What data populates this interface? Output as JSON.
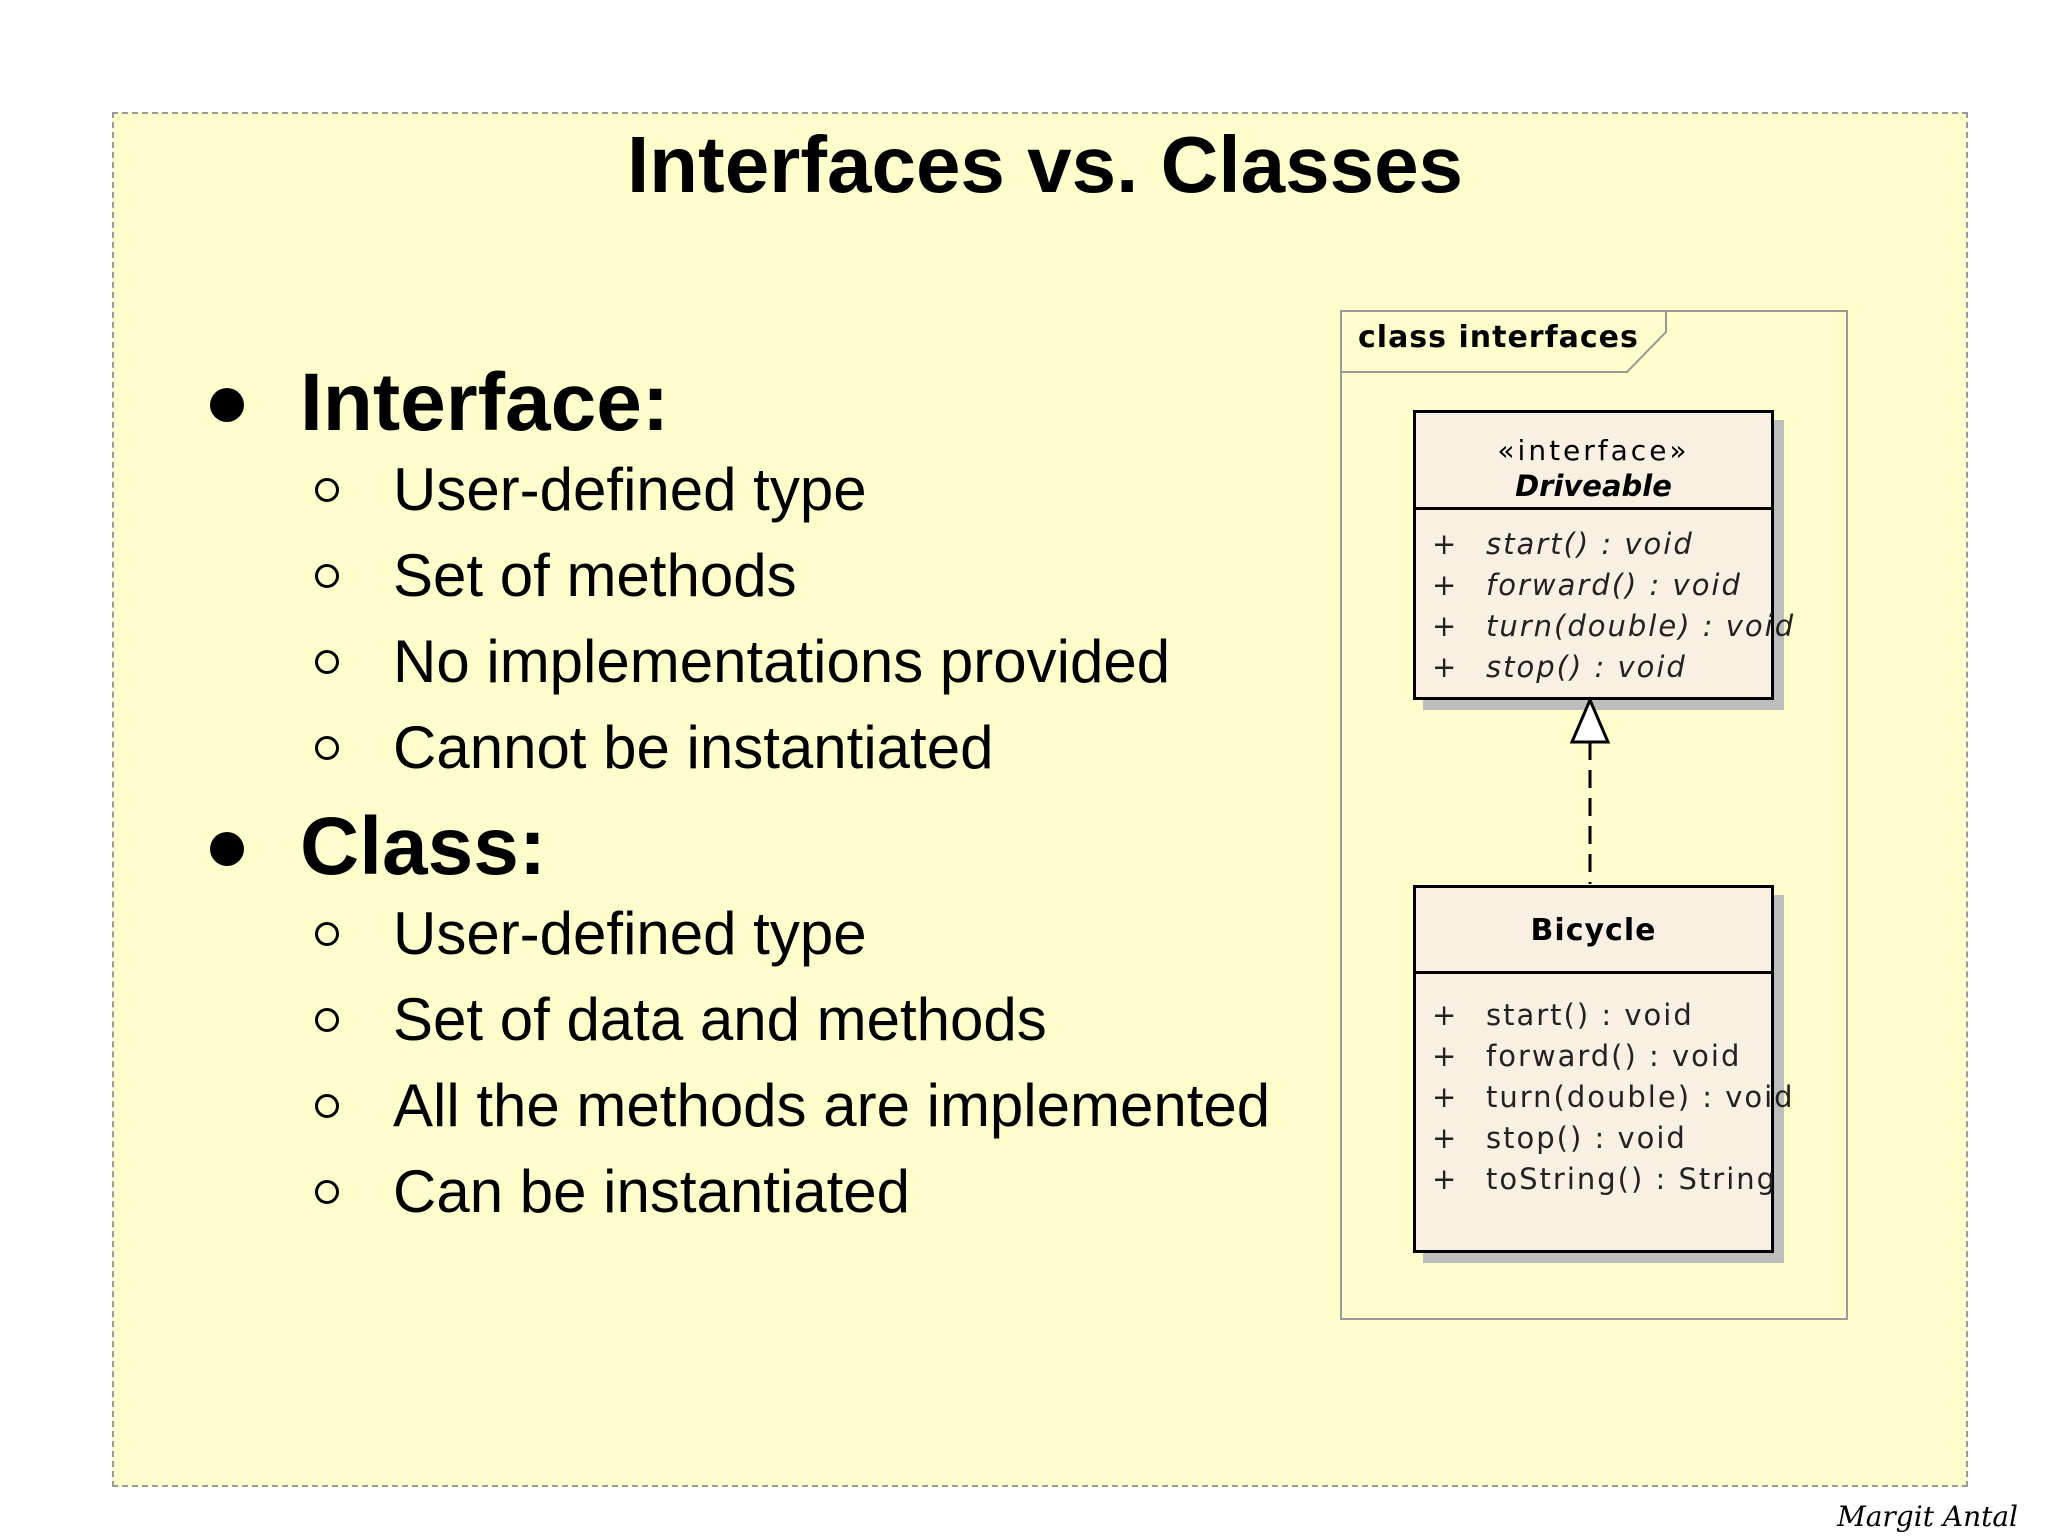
{
  "title": "Interfaces vs. Classes",
  "interface_section": {
    "heading": "Interface:",
    "items": [
      "User-defined type",
      "Set of methods",
      "No implementations provided",
      "Cannot be instantiated"
    ]
  },
  "class_section": {
    "heading": "Class:",
    "items": [
      "User-defined type",
      "Set of data and methods",
      "All the methods are implemented",
      "Can be instantiated"
    ]
  },
  "uml": {
    "frame_label": "class interfaces",
    "interface_box": {
      "stereotype": "«interface»",
      "name": "Driveable",
      "methods": [
        {
          "visibility": "+",
          "signature": "start() : void"
        },
        {
          "visibility": "+",
          "signature": "forward() : void"
        },
        {
          "visibility": "+",
          "signature": "turn(double) : void"
        },
        {
          "visibility": "+",
          "signature": "stop() : void"
        }
      ]
    },
    "class_box": {
      "name": "Bicycle",
      "methods": [
        {
          "visibility": "+",
          "signature": "start() : void"
        },
        {
          "visibility": "+",
          "signature": "forward() : void"
        },
        {
          "visibility": "+",
          "signature": "turn(double) : void"
        },
        {
          "visibility": "+",
          "signature": "stop() : void"
        },
        {
          "visibility": "+",
          "signature": "toString() : String"
        }
      ]
    }
  },
  "author": "Margit Antal"
}
